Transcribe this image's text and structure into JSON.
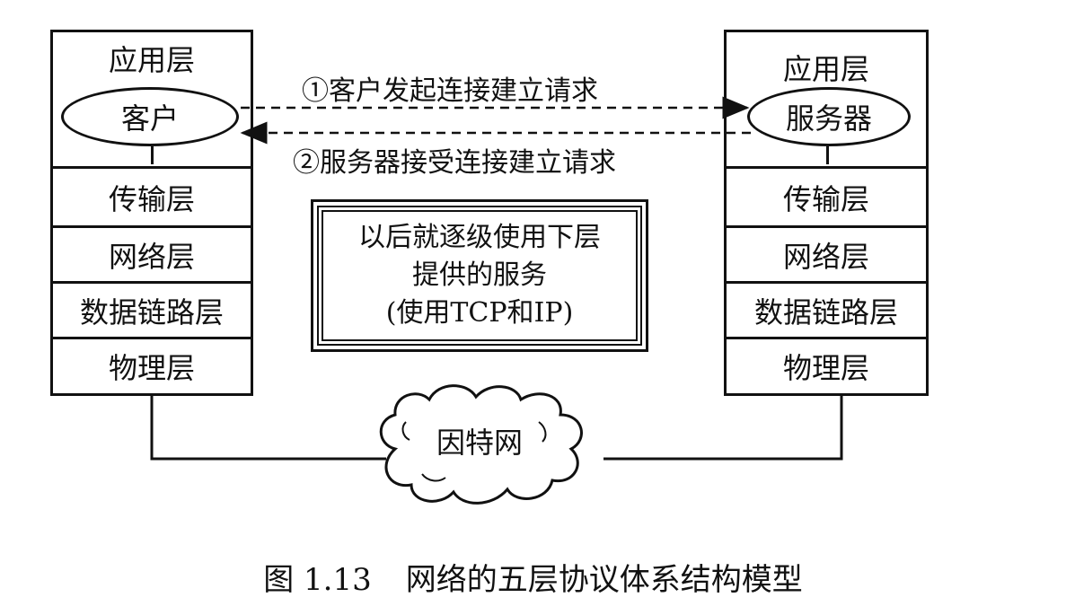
{
  "client_stack": {
    "application_label": "应用层",
    "process_label": "客户",
    "layers": [
      "传输层",
      "网络层",
      "数据链路层",
      "物理层"
    ]
  },
  "server_stack": {
    "application_label": "应用层",
    "process_label": "服务器",
    "layers": [
      "传输层",
      "网络层",
      "数据链路层",
      "物理层"
    ]
  },
  "messages": {
    "request": "①客户发起连接建立请求",
    "accept": "②服务器接受连接建立请求"
  },
  "note": {
    "lines": [
      "以后就逐级使用下层",
      "提供的服务",
      "(使用TCP和IP)"
    ]
  },
  "network": {
    "label": "因特网"
  },
  "caption": {
    "number": "图 1.13",
    "title": "网络的五层协议体系结构模型"
  }
}
